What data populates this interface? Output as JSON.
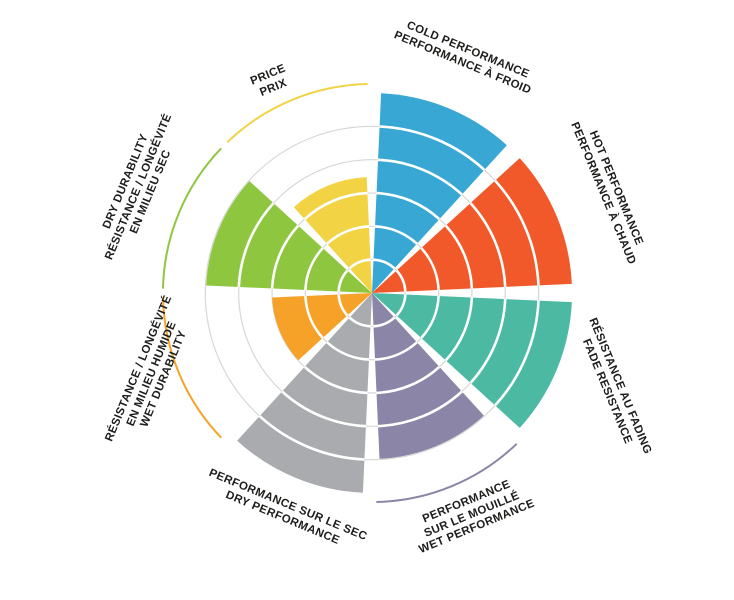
{
  "page": {
    "background_color": "#ffffff",
    "description": "Tire performance wheel infographic with eight colored sectors rated on concentric rings, bilingual English/French labels"
  },
  "chart_data": {
    "type": "pie",
    "subtype": "polar-sector-wheel",
    "title": "",
    "rings": 6,
    "ring_color": "#d7d7d7",
    "ring_gap_color": "#ffffff",
    "scale": {
      "min": 0,
      "max": 1,
      "note": "value = fill radius as fraction of full wheel radius; partial sectors show a thin colored outer track arc at full scale"
    },
    "sectors": [
      {
        "id": "cold-performance",
        "label_lines": [
          "COLD PERFORMANCE",
          "PERFORMANCE À FROID"
        ],
        "color": "#38a7d4",
        "value": 1.0,
        "start_angle": 0,
        "end_angle": 45
      },
      {
        "id": "hot-performance",
        "label_lines": [
          "HOT PERFORMANCE",
          "PERFORMANCE À CHAUD"
        ],
        "color": "#f1592a",
        "value": 1.0,
        "start_angle": 45,
        "end_angle": 90
      },
      {
        "id": "fade-resistance",
        "label_lines": [
          "RÉSISTANCE AU FADING",
          "FADE RESISTANCE"
        ],
        "color": "#4cb9a2",
        "value": 1.0,
        "start_angle": 90,
        "end_angle": 135
      },
      {
        "id": "wet-performance",
        "label_lines": [
          "PERFORMANCE",
          "SUR LE MOUILLÉ",
          "WET PERFORMANCE"
        ],
        "color": "#8b85a7",
        "value": 0.83,
        "start_angle": 135,
        "end_angle": 180
      },
      {
        "id": "dry-performance",
        "label_lines": [
          "PERFORMANCE SUR LE SEC",
          "DRY PERFORMANCE"
        ],
        "color": "#a9abae",
        "value": 1.0,
        "start_angle": 180,
        "end_angle": 225
      },
      {
        "id": "wet-durability",
        "label_lines": [
          "RÉSISTANCE / LONGÉVITÉ",
          "EN MILIEU HUMIDE",
          "WET DURABILITY"
        ],
        "color": "#f6a229",
        "value": 0.5,
        "start_angle": 225,
        "end_angle": 270
      },
      {
        "id": "dry-durability",
        "label_lines": [
          "DRY DURABILITY",
          "RÉSISTANCE / LONGÉVITÉ",
          "EN MILIEU SEC"
        ],
        "color": "#8fc640",
        "value": 0.83,
        "start_angle": 270,
        "end_angle": 315
      },
      {
        "id": "price",
        "label_lines": [
          "PRICE",
          "PRIX"
        ],
        "color": "#f2d343",
        "value": 0.58,
        "start_angle": 315,
        "end_angle": 360
      }
    ]
  }
}
